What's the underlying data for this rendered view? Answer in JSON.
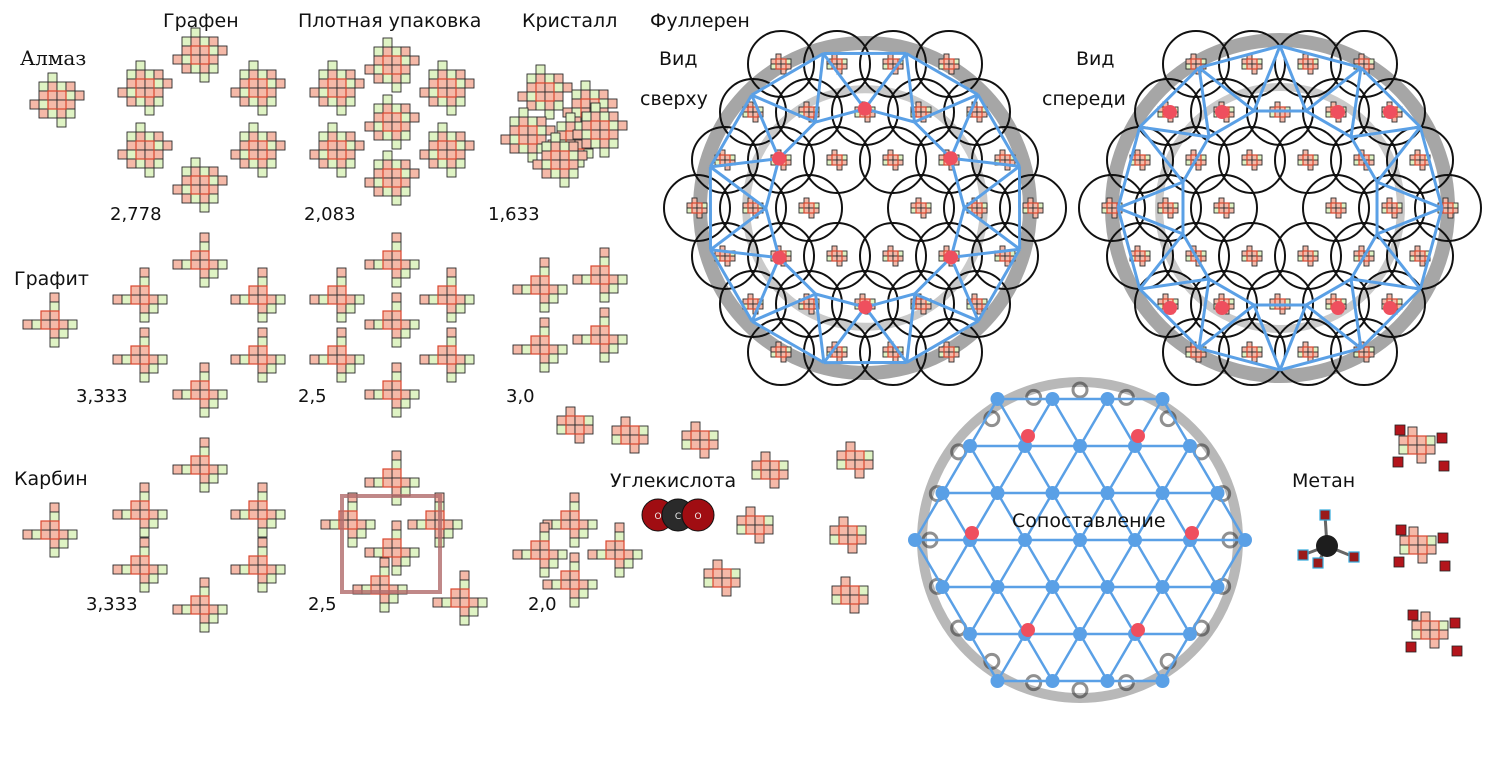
{
  "labels": {
    "almaz": "Алмаз",
    "grafen": "Графен",
    "plotnaya": "Плотная  упаковка",
    "kristall": "Кристалл",
    "fulleren": "Фуллерен",
    "vid1": "Вид",
    "sverhu": "сверху",
    "vid2": "Вид",
    "speredi": "спереди",
    "grafit": "Графит",
    "karbin": "Карбин",
    "uglekislota": "Углекислота",
    "sopostavlenie": "Сопоставление",
    "metan": "Метан"
  },
  "values": {
    "grafen": "2,778",
    "plotnaya": "2,083",
    "kristall": "1,633",
    "grafit1": "3,333",
    "grafit2": "2,5",
    "grafit3": "3,0",
    "karbin1": "3,333",
    "karbin2": "2,5",
    "karbin3": "2,0"
  },
  "molecule": {
    "co2_atoms": [
      "O",
      "C",
      "O"
    ]
  },
  "colors": {
    "cell_red": "#f5b9a8",
    "cell_green": "#dff3c4",
    "lattice_blue": "#5aa0e6",
    "node_red": "#ef4f5e",
    "ring_gray": "#a6a6a6"
  }
}
